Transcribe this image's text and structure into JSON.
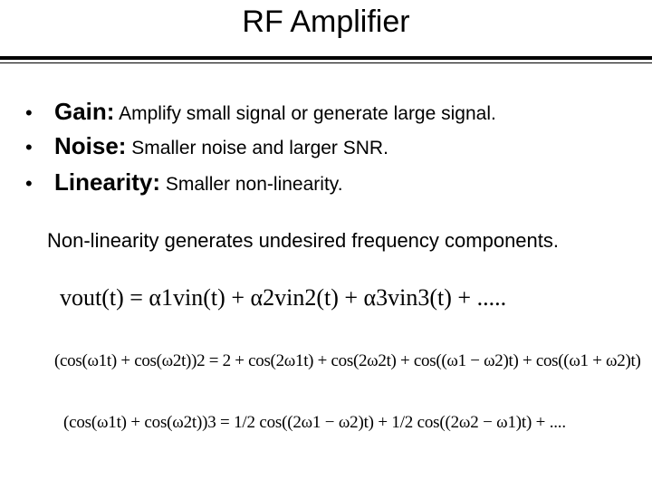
{
  "slide": {
    "title": "RF Amplifier",
    "bullets": [
      {
        "marker": "•",
        "term": "Gain:",
        "text": " Amplify small signal or generate large signal."
      },
      {
        "marker": "•",
        "term": "Noise:",
        "text": " Smaller noise and larger SNR."
      },
      {
        "marker": "•",
        "term": "Linearity:",
        "text": " Smaller non-linearity."
      }
    ],
    "note": "Non-linearity generates undesired frequency components.",
    "equations": [
      "vout(t) = α1vin(t) + α2vin2(t) + α3vin3(t) + .....",
      "(cos(ω1t) + cos(ω2t))2 = 2 + cos(2ω1t) + cos(2ω2t) + cos((ω1 − ω2)t) + cos((ω1 + ω2)t)",
      "(cos(ω1t) + cos(ω2t))3 = 1/2 cos((2ω1 − ω2)t) + 1/2 cos((2ω2 − ω1)t) + ...."
    ]
  }
}
